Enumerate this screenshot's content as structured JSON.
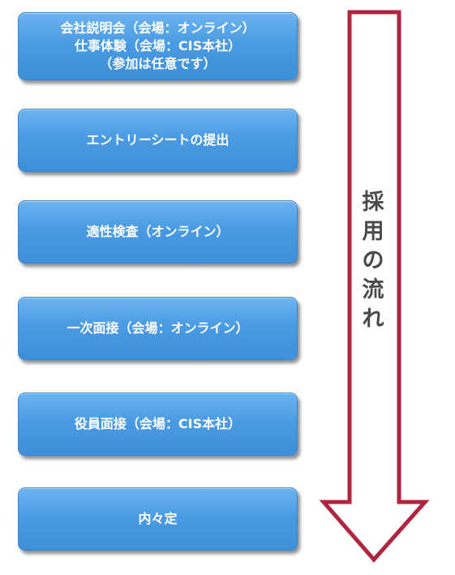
{
  "steps": [
    {
      "lines": [
        "会社説明会（会場：オンライン）",
        "仕事体験（会場：CIS本社）",
        "（参加は任意です）"
      ]
    },
    {
      "lines": [
        "エントリーシートの提出"
      ]
    },
    {
      "lines": [
        "適性検査（オンライン）"
      ]
    },
    {
      "lines": [
        "一次面接（会場：オンライン）"
      ]
    },
    {
      "lines": [
        "役員面接（会場：CIS本社）"
      ]
    },
    {
      "lines": [
        "内々定"
      ]
    }
  ],
  "arrow": {
    "label_chars": [
      "採",
      "用",
      "の",
      "流",
      "れ"
    ],
    "stroke_color": "#b0243f",
    "fill_color": "#ffffff"
  },
  "colors": {
    "box_fill": "#4a9be3",
    "box_text": "#ffffff",
    "label_text": "#4a4a4a"
  }
}
